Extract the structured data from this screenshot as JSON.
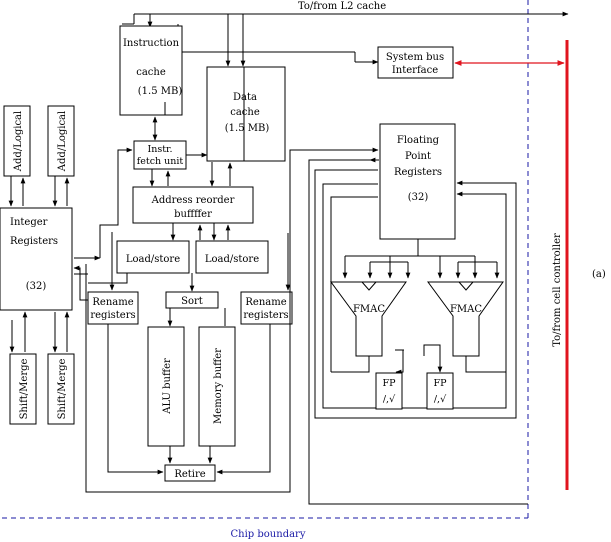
{
  "colors": {
    "boundary": "#1a1aa6",
    "cell_controller_bus": "#e0141e",
    "lines": "#000000"
  },
  "labels": {
    "l2_cache": "To/from L2 cache",
    "instruction_cache": [
      "Instruction",
      "cache",
      "(1.5 MB)"
    ],
    "data_cache": [
      "Data",
      "cache",
      "(1.5 MB)"
    ],
    "system_bus": [
      "System bus",
      "Interface"
    ],
    "fetch_unit": [
      "Instr.",
      "fetch unit"
    ],
    "address_reorder": [
      "Address reorder",
      "buffffer"
    ],
    "load_store": "Load/store",
    "add_logical": "Add/Logical",
    "integer_registers": [
      "Integer",
      "Registers",
      "(32)"
    ],
    "shift_merge": "Shift/Merge",
    "rename_registers": [
      "Rename",
      "registers"
    ],
    "sort": "Sort",
    "alu_buffer": "ALU buffer",
    "memory_buffer": "Memory buffer",
    "retire": "Retire",
    "fp_registers": [
      "Floating",
      "Point",
      "Registers",
      "(32)"
    ],
    "fmac": "FMAC",
    "fp_unit": [
      "FP",
      "/,√"
    ],
    "cell_controller": "To/from cell controller",
    "chip_boundary": "Chip boundary",
    "panel": "(a)"
  }
}
